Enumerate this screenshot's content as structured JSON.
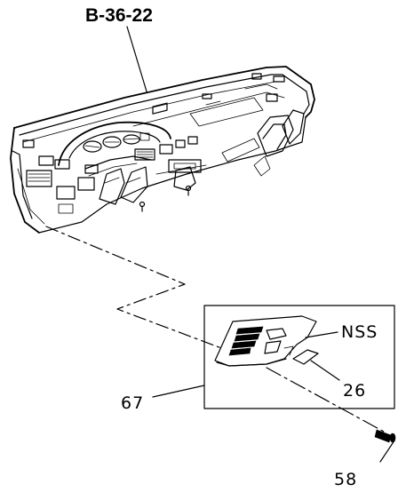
{
  "reference": {
    "label": "B-36-22"
  },
  "callouts": {
    "nss": "NSS",
    "part_26": "26",
    "part_67": "67",
    "part_58": "58"
  },
  "colors": {
    "ink": "#000000",
    "paper": "#ffffff"
  }
}
